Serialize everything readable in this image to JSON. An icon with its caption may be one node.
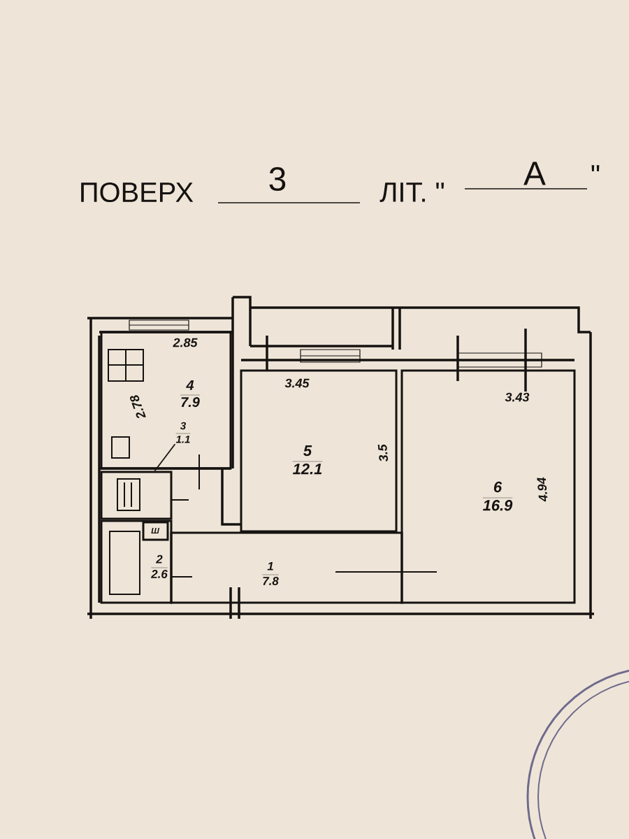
{
  "diagram": {
    "nodes": [
      {
        "text": [
          "4",
          "7.9",
          "2.85",
          "2.78"
        ]
      },
      {
        "text": [
          "3",
          "1.1"
        ],
        "in": 0
      },
      {
        "text": [],
        "shape": "box"
      },
      {
        "text": [
          "2",
          "2.6"
        ]
      },
      {
        "text": [
          "5",
          "12.1",
          "3.45",
          "3.5"
        ]
      },
      {
        "text": [
          "6",
          "16.9",
          "3.43",
          "4.94"
        ]
      },
      {
        "text": [
          "1",
          "7.8"
        ]
      },
      {
        "text": [
          "Ш"
        ],
        "in": 3
      }
    ],
    "edges": [
      {
        "from": 1,
        "to": 2,
        "arrow": "none"
      }
    ],
    "labels": [
      "ПОВЕРХ",
      "3",
      "ЛІТ. \"",
      "А",
      "\""
    ]
  }
}
